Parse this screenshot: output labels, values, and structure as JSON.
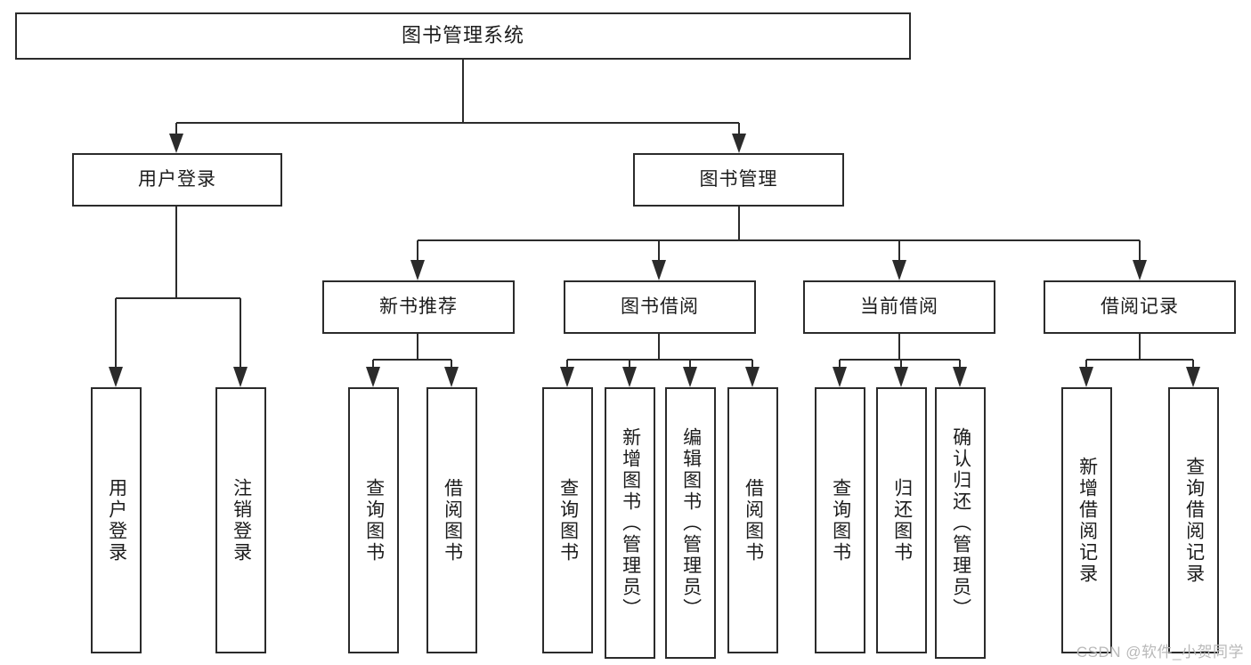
{
  "diagram": {
    "type": "tree-hierarchy",
    "title": "图书管理系统",
    "orientation": "top-down",
    "colors": {
      "line": "#2b2b2b",
      "box_fill": "#ffffff",
      "text": "#1c1c1c",
      "watermark": "#b9b9b9"
    }
  },
  "root": {
    "label": "图书管理系统"
  },
  "level2": [
    {
      "id": "user-login",
      "label": "用户登录"
    },
    {
      "id": "book-management",
      "label": "图书管理"
    }
  ],
  "level3": [
    {
      "id": "new-book-recommend",
      "label": "新书推荐"
    },
    {
      "id": "book-borrow",
      "label": "图书借阅"
    },
    {
      "id": "current-borrow",
      "label": "当前借阅"
    },
    {
      "id": "borrow-record",
      "label": "借阅记录"
    }
  ],
  "leaves": {
    "user_login": [
      {
        "id": "leaf-user-login",
        "label": "用户登录"
      },
      {
        "id": "leaf-logout-login",
        "label": "注销登录"
      }
    ],
    "new_book_recommend": [
      {
        "id": "leaf-query-book-1",
        "label": "查询图书"
      },
      {
        "id": "leaf-borrow-book-1",
        "label": "借阅图书"
      }
    ],
    "book_borrow": [
      {
        "id": "leaf-query-book-2",
        "label": "查询图书"
      },
      {
        "id": "leaf-add-book",
        "label": "新增图书（管理员）"
      },
      {
        "id": "leaf-edit-book",
        "label": "编辑图书（管理员）"
      },
      {
        "id": "leaf-borrow-book-2",
        "label": "借阅图书"
      }
    ],
    "current_borrow": [
      {
        "id": "leaf-query-book-3",
        "label": "查询图书"
      },
      {
        "id": "leaf-return-book",
        "label": "归还图书"
      },
      {
        "id": "leaf-confirm-return",
        "label": "确认归还（管理员）"
      }
    ],
    "borrow_record": [
      {
        "id": "leaf-add-borrow-record",
        "label": "新增借阅记录"
      },
      {
        "id": "leaf-query-borrow-record",
        "label": "查询借阅记录"
      }
    ]
  },
  "watermark": {
    "text": "CSDN @软件_小贺同学"
  }
}
